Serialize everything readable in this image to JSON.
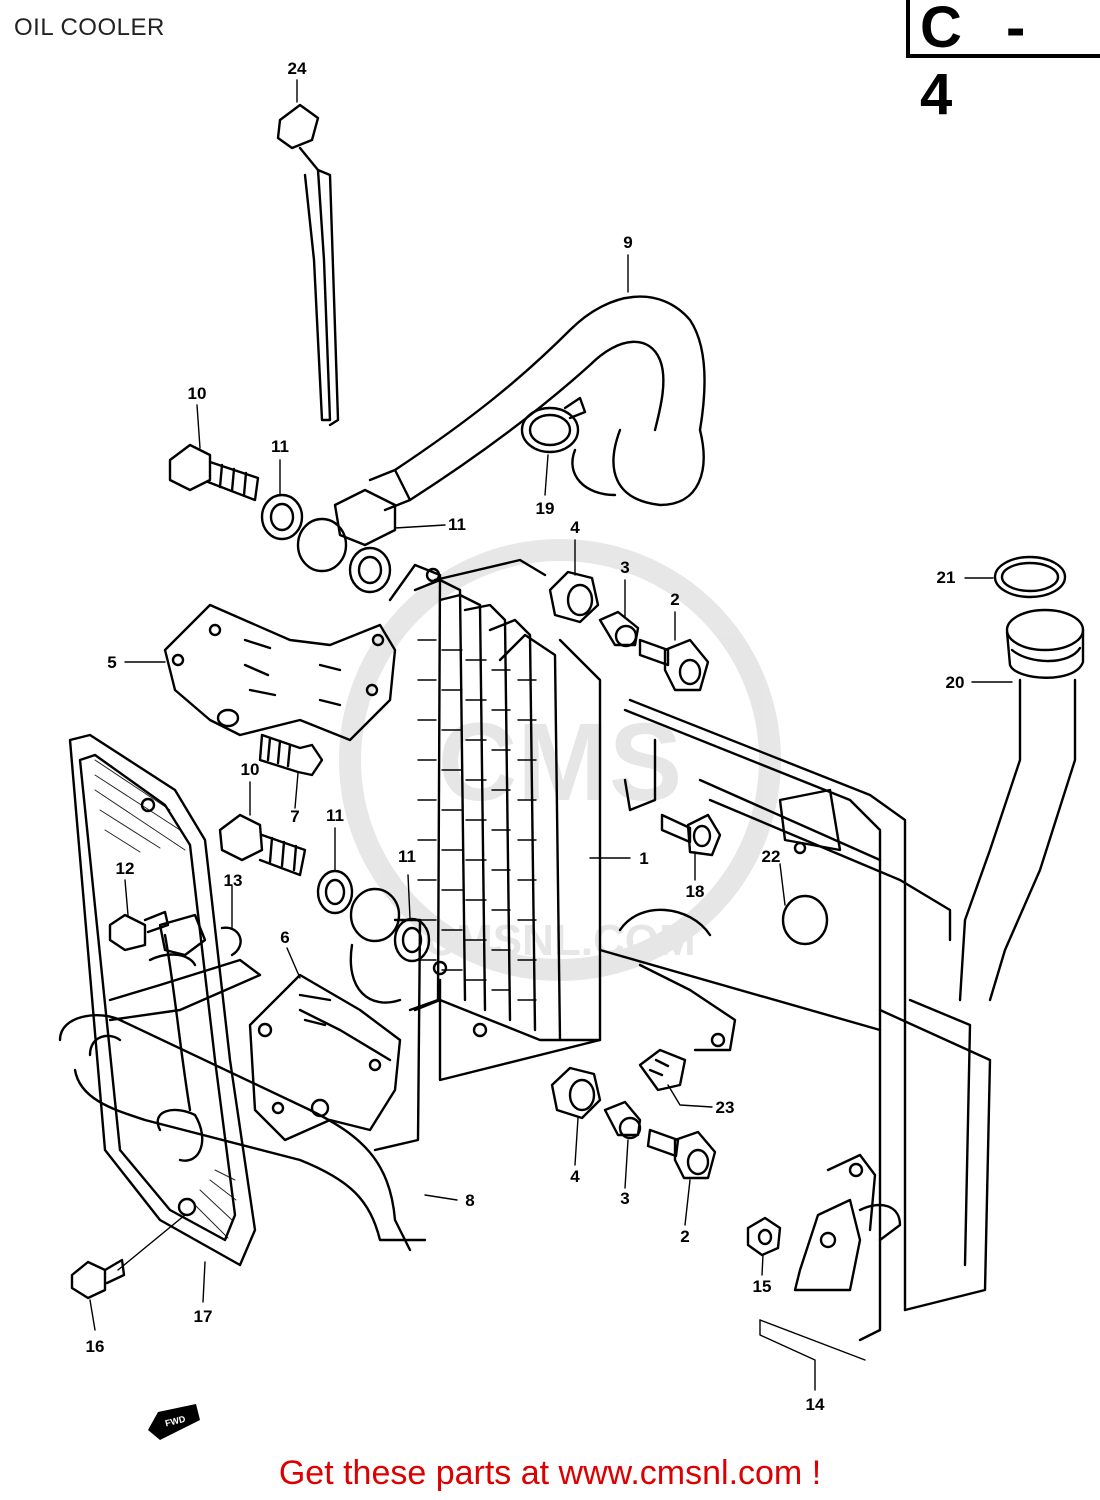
{
  "title": "OIL COOLER",
  "section": "C - 4",
  "footer": "Get these parts at www.cmsnl.com !",
  "watermark": "CMSNL.COM",
  "direction_badge": "FWD",
  "callouts": {
    "c24": "24",
    "c9": "9",
    "c10a": "10",
    "c11a": "11",
    "c11b": "11",
    "c19": "19",
    "c4a": "4",
    "c3a": "3",
    "c2a": "2",
    "c21": "21",
    "c20": "20",
    "c5": "5",
    "c10b": "10",
    "c7": "7",
    "c11c": "11",
    "c11d": "11",
    "c1": "1",
    "c12": "12",
    "c13": "13",
    "c6": "6",
    "c18": "18",
    "c22": "22",
    "c23": "23",
    "c4b": "4",
    "c3b": "3",
    "c2b": "2",
    "c8": "8",
    "c15": "15",
    "c17": "17",
    "c16": "16",
    "c14": "14"
  },
  "colors": {
    "line": "#000000",
    "footer": "#dd0000",
    "watermark": "#e4e4e4"
  }
}
